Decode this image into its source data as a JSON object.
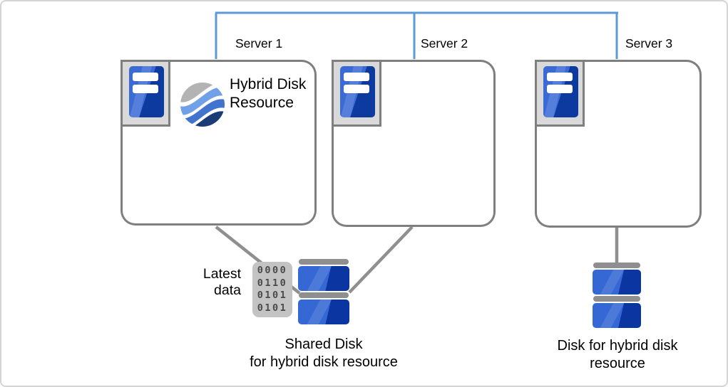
{
  "colors": {
    "canvas_border": "#d5d5d5",
    "network_line": "#5B9BD5",
    "box_border": "#7f7f7f",
    "connector": "#8f8f8f",
    "icon_frame_bg": "#d9d9d9",
    "server_blue_light": "#3a6bd4",
    "server_blue_dark": "#0d3a9e",
    "disk_blue_light": "#3568d4",
    "disk_blue_dark": "#0b35a0",
    "binary_bg": "#c3c3c3",
    "binary_digits": "#4a4a4a",
    "logo_gray": "#b3b3b3",
    "logo_light_blue": "#6fa0e8",
    "logo_mid_blue": "#4173cf",
    "logo_dark_blue": "#1b3a78"
  },
  "servers": [
    {
      "label": "Server 1"
    },
    {
      "label": "Server 2"
    },
    {
      "label": "Server 3"
    }
  ],
  "hybrid_resource": {
    "label": "Hybrid Disk Resource",
    "logo": "wave-sphere-logo"
  },
  "latest_data": {
    "label": "Latest\ndata",
    "rows": [
      "0000",
      "0110",
      "0101",
      "0101"
    ]
  },
  "shared_disk": {
    "caption": "Shared Disk\nfor hybrid disk resource"
  },
  "hybrid_disk": {
    "caption": "Disk for hybrid disk\nresource"
  }
}
